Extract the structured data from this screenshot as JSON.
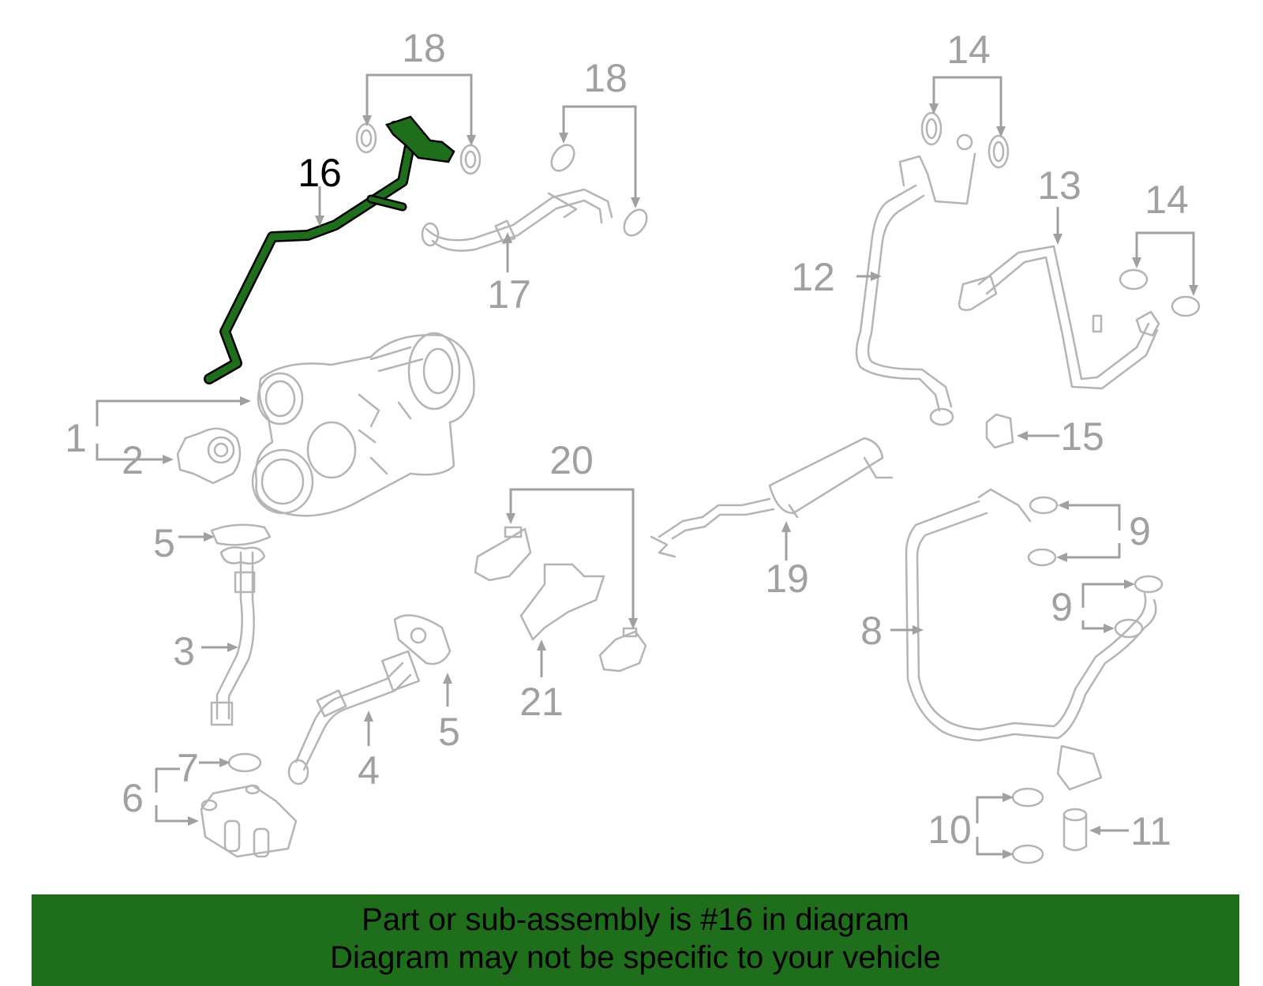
{
  "callouts": {
    "c1": "1",
    "c2": "2",
    "c3": "3",
    "c4": "4",
    "c5a": "5",
    "c5b": "5",
    "c6": "6",
    "c7": "7",
    "c8": "8",
    "c9a": "9",
    "c9b": "9",
    "c10": "10",
    "c11": "11",
    "c12": "12",
    "c13": "13",
    "c14a": "14",
    "c14b": "14",
    "c15": "15",
    "c16": "16",
    "c17": "17",
    "c18a": "18",
    "c18b": "18",
    "c19": "19",
    "c20": "20",
    "c21": "21"
  },
  "highlight": {
    "part_number": "16",
    "color": "#1f6e1b"
  },
  "banner": {
    "line1": "Part or sub-assembly is #16 in diagram",
    "line2": "Diagram may not be specific to your vehicle",
    "background": "#1f6e1b"
  }
}
